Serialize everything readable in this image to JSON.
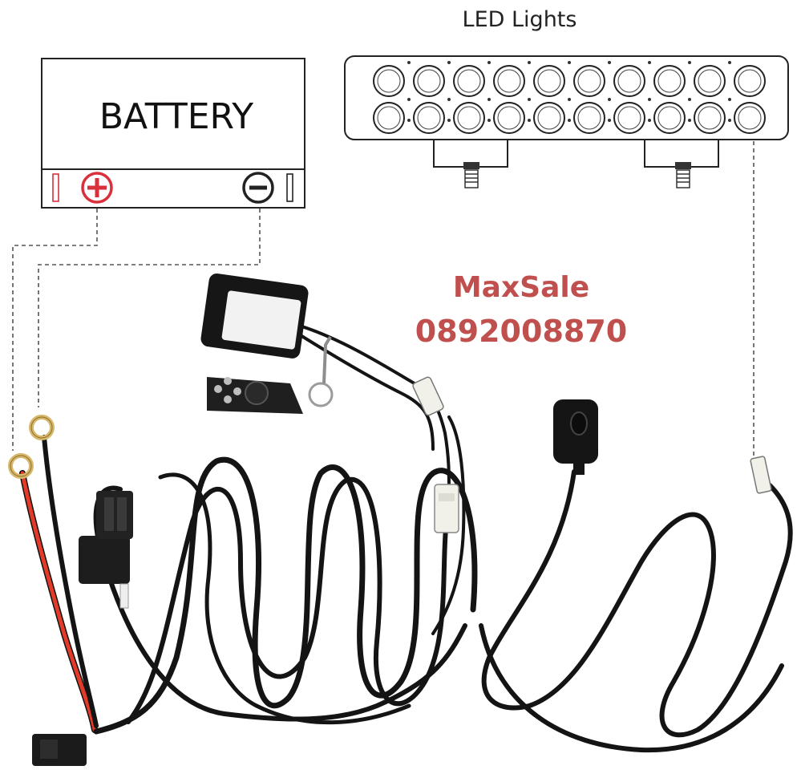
{
  "labels": {
    "led_title": "LED Lights",
    "battery": "BATTERY",
    "watermark_name": "MaxSale",
    "watermark_phone": "0892008870"
  },
  "colors": {
    "wire": "#141414",
    "red_wire": "#e23b2a",
    "terminal": "#d7b86a",
    "plus_symbol": "#d9303b",
    "watermark": "#c0504e",
    "outline": "#1a1a1a",
    "connector": "#f1f1ea"
  },
  "icons": {
    "plus": "plus-circle-icon",
    "minus": "minus-circle-icon"
  },
  "led_bar": {
    "rows": 2,
    "columns": 10
  }
}
